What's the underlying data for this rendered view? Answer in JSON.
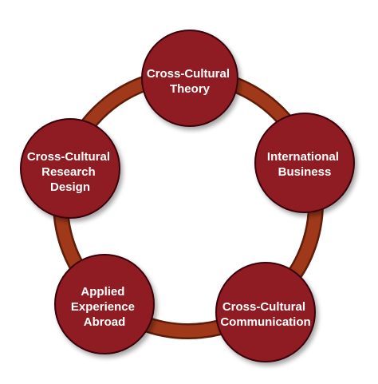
{
  "diagram": {
    "type": "cycle",
    "colors": {
      "ring": "#a0391a",
      "ring_edge": "#5e1d0a",
      "node_fill": "#8e1a20",
      "node_edge": "#3a0608",
      "text": "#ffffff"
    },
    "nodes": [
      {
        "id": "theory",
        "lines": [
          "Cross-Cultural",
          "Theory"
        ]
      },
      {
        "id": "business",
        "lines": [
          "International",
          "Business"
        ]
      },
      {
        "id": "communication",
        "lines": [
          "Cross-Cultural",
          "Communication"
        ]
      },
      {
        "id": "abroad",
        "lines": [
          "Applied",
          "Experience",
          "Abroad"
        ]
      },
      {
        "id": "research",
        "lines": [
          "Cross-Cultural",
          "Research",
          "Design"
        ]
      }
    ]
  }
}
